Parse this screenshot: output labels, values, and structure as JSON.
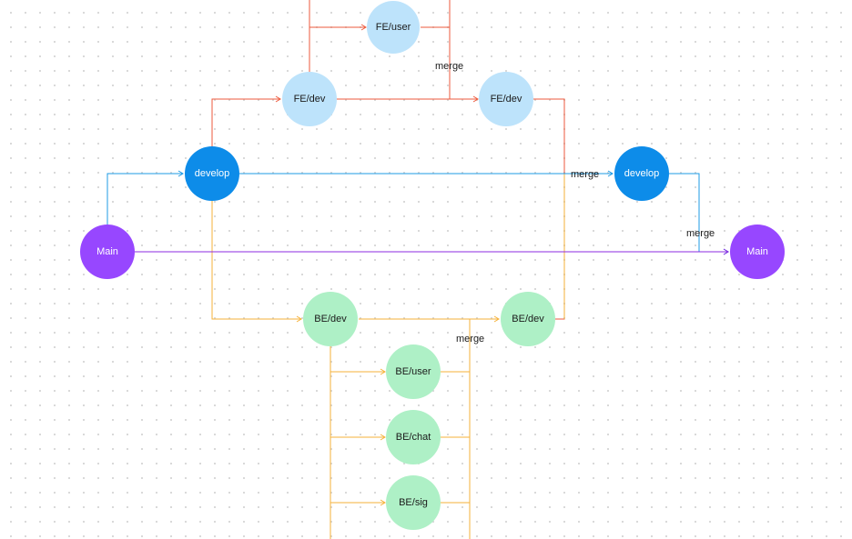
{
  "colors": {
    "fe": "#ee5a3c",
    "be": "#f6b23a",
    "develop": "#1e9be6",
    "main": "#8b2be0",
    "main_node": "#9747ff",
    "develop_node": "#0d8ce9",
    "fe_node": "#bde3fb",
    "be_node": "#aef0c6"
  },
  "nodes": {
    "main_left": "Main",
    "main_right": "Main",
    "develop_left": "develop",
    "develop_right": "develop",
    "fe_dev_left": "FE/dev",
    "fe_dev_right": "FE/dev",
    "fe_user": "FE/user",
    "be_dev_left": "BE/dev",
    "be_dev_right": "BE/dev",
    "be_user": "BE/user",
    "be_chat": "BE/chat",
    "be_sig": "BE/sig"
  },
  "labels": {
    "merge_fe": "merge",
    "merge_develop": "merge",
    "merge_main": "merge",
    "merge_be": "merge"
  }
}
